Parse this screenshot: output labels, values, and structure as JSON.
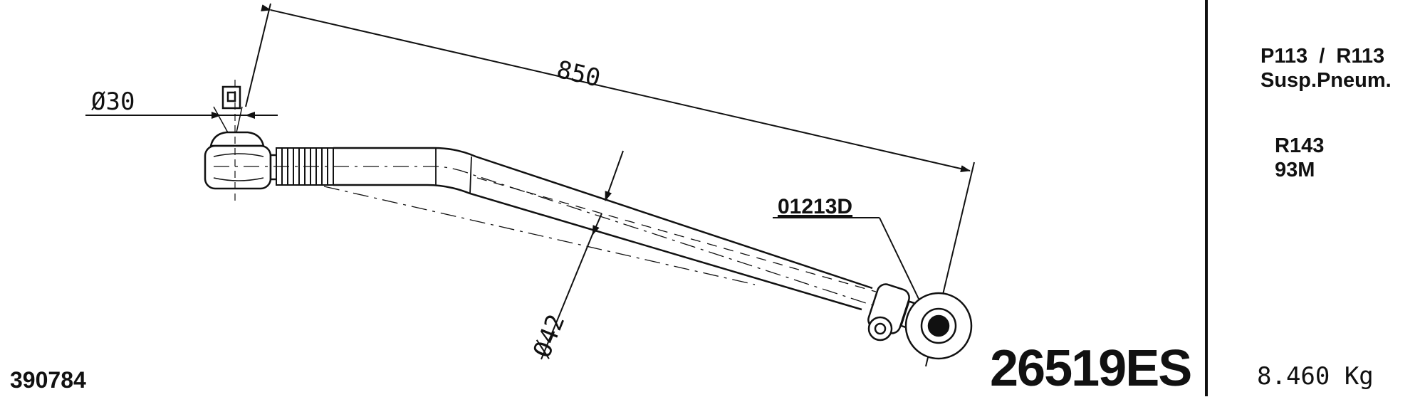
{
  "dimensions": {
    "length": "850",
    "end_diameter": "Ø30",
    "tube_diameter": "Ø42"
  },
  "callout": {
    "ref": "01213D"
  },
  "part": {
    "code": "26519ES",
    "order_number": "390784",
    "weight": "8.460 Kg"
  },
  "applications": {
    "line1": "P113  /  R113",
    "line2": "Susp.Pneum.",
    "line3": "R143",
    "line4": "93M"
  }
}
